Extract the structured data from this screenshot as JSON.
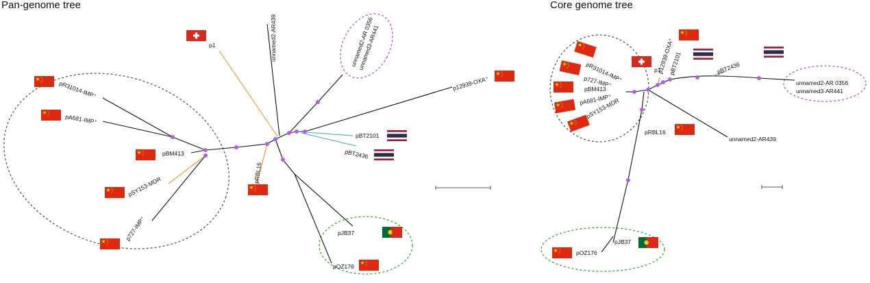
{
  "titles": {
    "pan": "Pan-genome tree",
    "core": "Core genome tree"
  },
  "colors": {
    "orange_branch": "#f29222",
    "blue_branch": "#4aa3df",
    "node": "#b45ee6",
    "clade_grey": "#555555",
    "clade_magenta": "#b14fd6",
    "clade_green": "#1fb31f",
    "flag_china": "#de2910",
    "flag_china_star": "#ffde00",
    "flag_switzerland": "#d52b1e",
    "flag_portugal_green": "#046a38",
    "flag_portugal_red": "#da291c",
    "flag_thailand_red": "#a51931",
    "flag_thailand_blue": "#2d2a4a"
  },
  "pan": {
    "labels": {
      "p1": "p1",
      "ar439": "unnamed2-AR439",
      "ar0356": "unnamed2-AR 0356",
      "ar441": "unnamed3-AR441",
      "p12939": "p12939-OXA⁺",
      "pbt2101": "pBT2101",
      "pbt2436": "pBT2436",
      "prbl16": "pRBL16",
      "pjb37": "pJB37",
      "poz176": "pOZ176",
      "pr31014": "pR31014-IMP⁺",
      "pa681": "pA681-IMP⁺",
      "pbm413": "pBM413",
      "psy153": "pSY153-MDR",
      "p727": "p727-IMP⁺"
    }
  },
  "core": {
    "labels": {
      "p1": "p1",
      "p12939": "p12939-OXA⁺",
      "pbt2101": "pBT2101",
      "pbt2436": "pBT2436",
      "ar0356": "unnamed2-AR 0356",
      "ar441": "unnamed3-AR441",
      "pr31014": "pR31014-IMP⁺",
      "p727": "p727-IMP⁺",
      "pbm413": "pBM413",
      "pa681": "pA681-IMP⁺",
      "psy153": "pSY153-MDR",
      "prbl16": "pRBL16",
      "ar439": "unnamed2-AR439",
      "pjb37": "pJB37",
      "poz176": "pOZ176"
    }
  },
  "flags": [
    {
      "id": "pan-p1",
      "country": "switzerland"
    },
    {
      "id": "pan-pr31014",
      "country": "china"
    },
    {
      "id": "pan-pa681",
      "country": "china"
    },
    {
      "id": "pan-pbm413",
      "country": "china"
    },
    {
      "id": "pan-psy153",
      "country": "china"
    },
    {
      "id": "pan-p727",
      "country": "china"
    },
    {
      "id": "pan-prbl16",
      "country": "china"
    },
    {
      "id": "pan-p12939",
      "country": "china"
    },
    {
      "id": "pan-pbt2101",
      "country": "thailand"
    },
    {
      "id": "pan-pbt2436",
      "country": "thailand"
    },
    {
      "id": "pan-pjb37",
      "country": "portugal"
    },
    {
      "id": "pan-poz176",
      "country": "china"
    },
    {
      "id": "core-p12939",
      "country": "china"
    },
    {
      "id": "core-pbt2101",
      "country": "thailand"
    },
    {
      "id": "core-pbt2436",
      "country": "thailand"
    },
    {
      "id": "core-p1",
      "country": "switzerland"
    },
    {
      "id": "core-pr31014",
      "country": "china"
    },
    {
      "id": "core-p727",
      "country": "china"
    },
    {
      "id": "core-pbm413",
      "country": "china"
    },
    {
      "id": "core-pa681",
      "country": "china"
    },
    {
      "id": "core-psy153",
      "country": "china"
    },
    {
      "id": "core-prbl16",
      "country": "china"
    },
    {
      "id": "core-pjb37",
      "country": "portugal"
    },
    {
      "id": "core-poz176",
      "country": "china"
    }
  ]
}
